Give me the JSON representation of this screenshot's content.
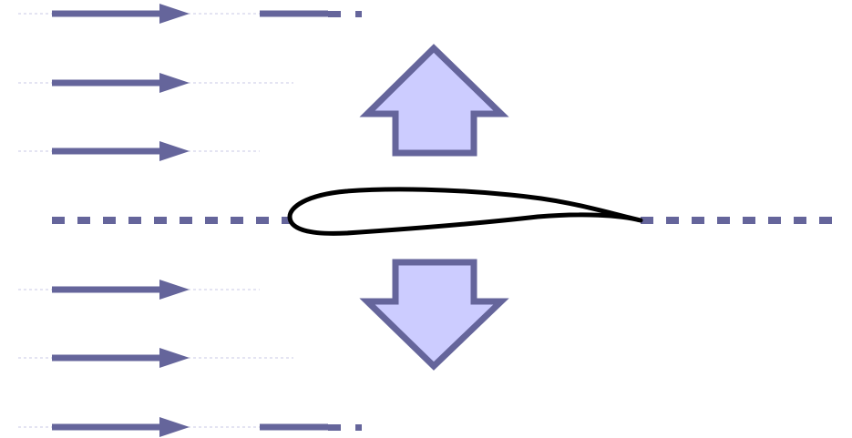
{
  "diagram": {
    "colors": {
      "background": "#ffffff",
      "flow_stroke": "#65659b",
      "guide_line": "#c8c8e6",
      "force_fill": "#ccccff",
      "force_stroke": "#65659b",
      "airfoil_stroke": "#000000"
    },
    "flow_lines": [
      {
        "name": "streamline-1",
        "has_trailing_segment": true
      },
      {
        "name": "streamline-2",
        "has_trailing_segment": false
      },
      {
        "name": "streamline-3",
        "has_trailing_segment": false
      },
      {
        "name": "streamline-5",
        "has_trailing_segment": false
      },
      {
        "name": "streamline-6",
        "has_trailing_segment": false
      },
      {
        "name": "streamline-7",
        "has_trailing_segment": true
      }
    ],
    "forces": [
      {
        "name": "lift",
        "direction": "up"
      },
      {
        "name": "downward-force",
        "direction": "down"
      }
    ]
  }
}
